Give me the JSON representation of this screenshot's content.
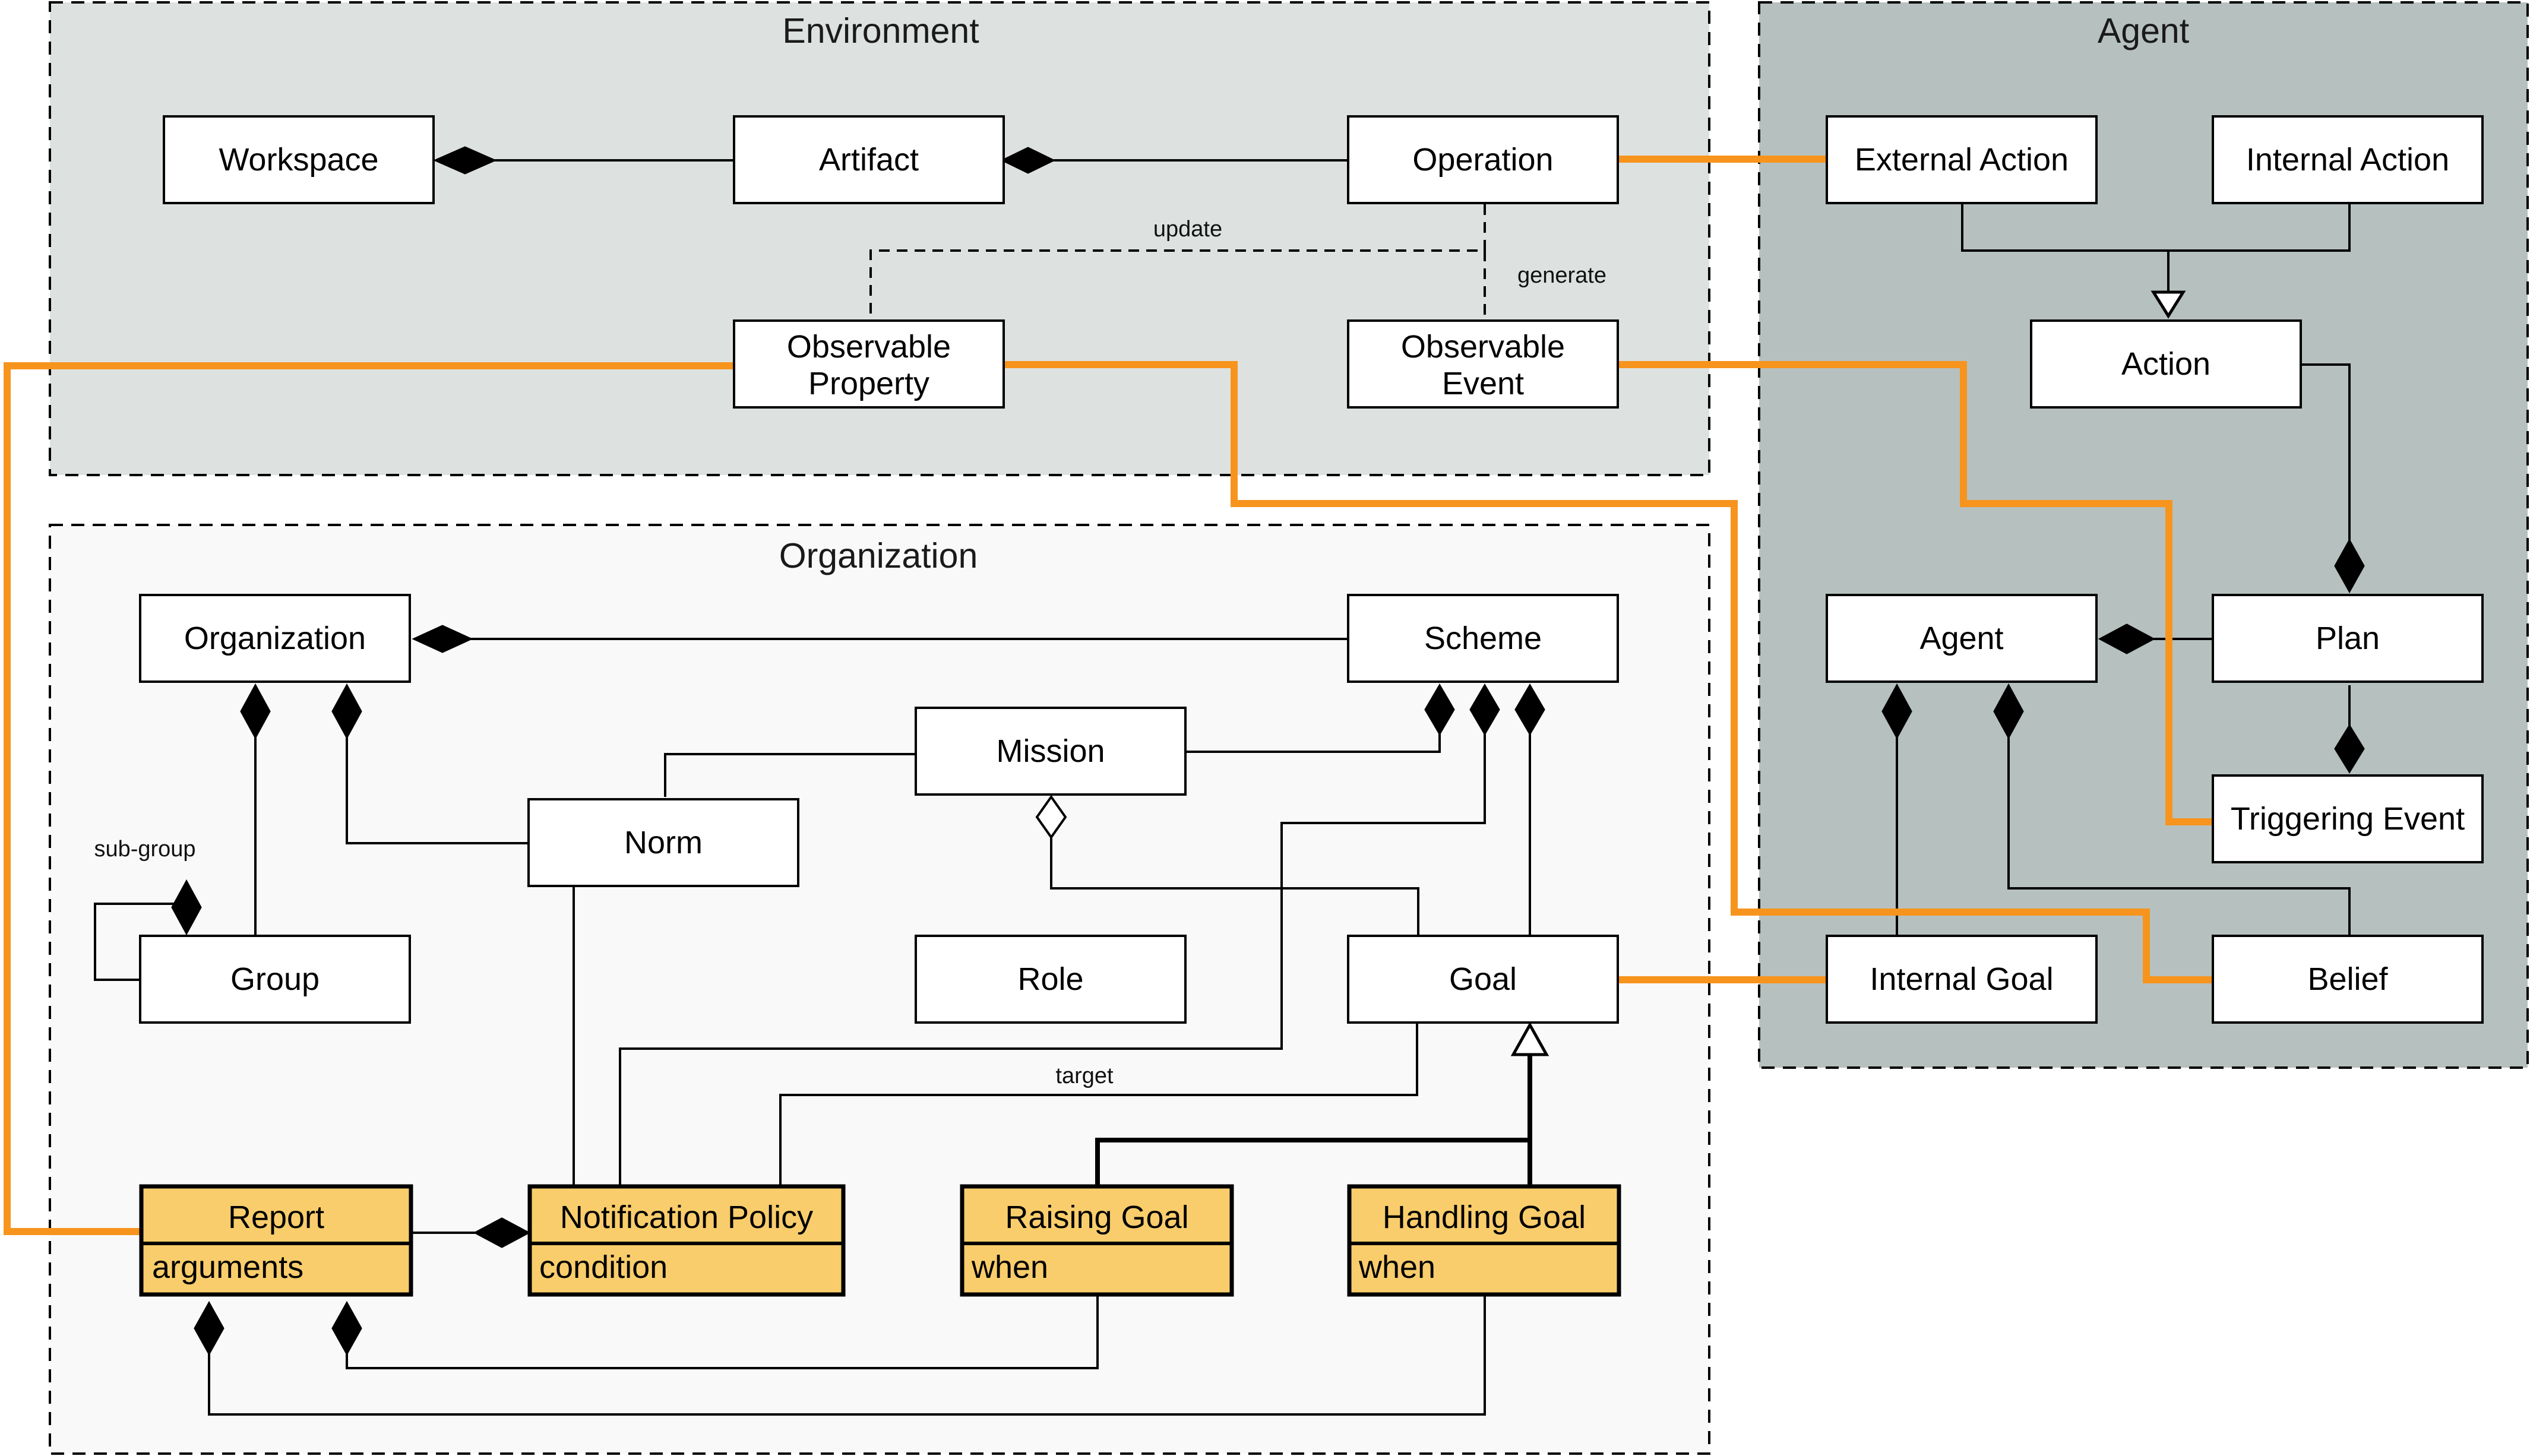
{
  "packages": {
    "environment": "Environment",
    "agent": "Agent",
    "organization": "Organization"
  },
  "classes": {
    "workspace": "Workspace",
    "artifact": "Artifact",
    "operation": "Operation",
    "observable_property": [
      "Observable",
      "Property"
    ],
    "observable_event": [
      "Observable",
      "Event"
    ],
    "external_action": "External Action",
    "internal_action": "Internal Action",
    "action": "Action",
    "agent": "Agent",
    "plan": "Plan",
    "triggering_event": "Triggering Event",
    "internal_goal": "Internal Goal",
    "belief": "Belief",
    "organization": "Organization",
    "scheme": "Scheme",
    "mission": "Mission",
    "norm": "Norm",
    "group": "Group",
    "role": "Role",
    "goal": "Goal",
    "report": "Report",
    "notification_policy": "Notification Policy",
    "raising_goal": "Raising Goal",
    "handling_goal": "Handling Goal"
  },
  "attributes": {
    "report": "arguments",
    "notification_policy": "condition",
    "raising_goal": "when",
    "handling_goal": "when"
  },
  "edge_labels": {
    "update": "update",
    "generate": "generate",
    "sub_group": "sub-group",
    "target": "target"
  },
  "colors": {
    "environment_bg": "#dde2e1",
    "agent_bg": "#b6c1bf",
    "organization_bg": "#f9f9f9",
    "highlight_class": "#f9cd6b",
    "link": "#f7941d"
  }
}
